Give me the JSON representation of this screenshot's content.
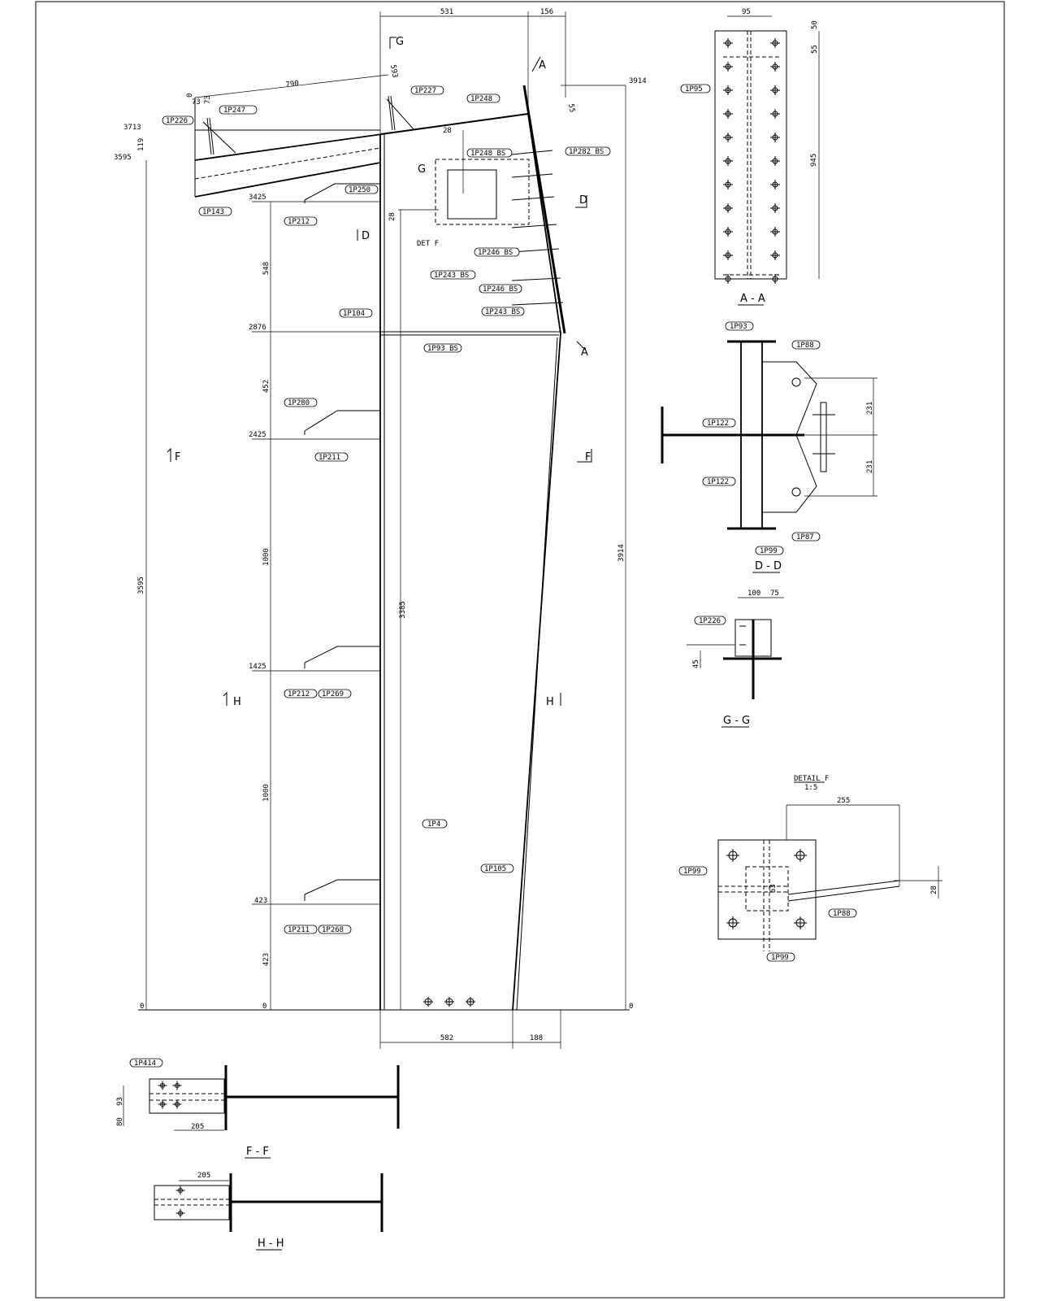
{
  "elevation": {
    "dims_top": [
      "531",
      "156"
    ],
    "dims_bottom": [
      "582",
      "188"
    ],
    "levels_left": [
      "3713",
      "3595",
      "3425",
      "2876",
      "2425",
      "1425",
      "423",
      "0"
    ],
    "level_0_right": "0",
    "level_top_right": "3914",
    "spacings_left": [
      "548",
      "452",
      "1000",
      "1000",
      "423"
    ],
    "height_overall_left": "3595",
    "height_overall_right": "3914",
    "height_column": "3385",
    "rafter": {
      "length": "790",
      "d0": "0",
      "d1": "73",
      "d2": "73",
      "d_119": "119",
      "d_593": "593",
      "d_55": "55"
    },
    "det_f_dims": [
      "28",
      "28"
    ],
    "det_f_label": "DET F",
    "section_marks": [
      "G",
      "G",
      "A",
      "A",
      "D",
      "D",
      "F",
      "F",
      "H",
      "H"
    ],
    "tags": [
      "1P247",
      "1P226",
      "1P227",
      "1P248",
      "1P143",
      "1P250",
      "1P212",
      "1P248 BS",
      "1P282 BS",
      "1P246 BS",
      "1P243 BS",
      "1P246 BS",
      "1P243 BS",
      "1P104",
      "1P93 BS",
      "1P280",
      "1P211",
      "1P212",
      "1P269",
      "1P4",
      "1P105",
      "1P211",
      "1P268"
    ]
  },
  "section_aa": {
    "title": "A - A",
    "dims": [
      "95",
      "50",
      "55",
      "945"
    ],
    "tag": "1P95"
  },
  "section_dd": {
    "title": "D - D",
    "dims": [
      "231",
      "231"
    ],
    "tags": [
      "1P93",
      "1P88",
      "1P122",
      "1P122",
      "1P87",
      "1P99"
    ]
  },
  "section_gg": {
    "title": "G - G",
    "dims": [
      "100",
      "75",
      "45"
    ],
    "tag": "1P226"
  },
  "detail_f": {
    "title": "DETAIL F",
    "scale": "1:5",
    "dims": [
      "255",
      "28",
      "53"
    ],
    "tags": [
      "1P99",
      "1P88",
      "1P99"
    ]
  },
  "section_ff": {
    "title": "F - F",
    "dims": [
      "93",
      "80",
      "205"
    ],
    "tag": "1P414"
  },
  "section_hh": {
    "title": "H - H",
    "dims": [
      "205"
    ]
  }
}
